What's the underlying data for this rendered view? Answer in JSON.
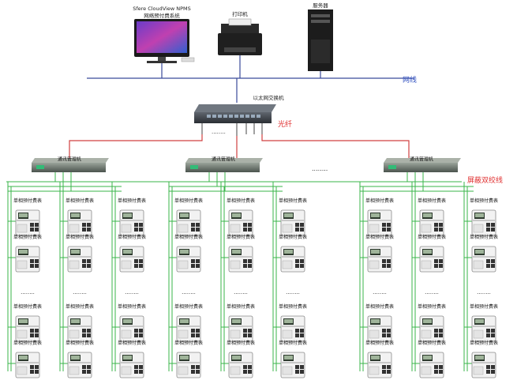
{
  "top": {
    "software_line1": "Sfere CloudView NPMS",
    "software_line2": "网络预付费系统",
    "printer": "打印机",
    "server": "服务器",
    "switch": "以太网交换机"
  },
  "lines": {
    "network": "网线",
    "fiber": "光纤",
    "twisted_pair": "屏蔽双绞线"
  },
  "colors": {
    "network": "#3a4a9a",
    "fiber": "#d04040",
    "twisted_pair": "#3ab54a",
    "label_red": "#e03030",
    "label_blue": "#3050c0"
  },
  "gateway": {
    "label": "通讯管理机"
  },
  "meter": {
    "label": "单相预付费表"
  },
  "ellipsis": "........"
}
